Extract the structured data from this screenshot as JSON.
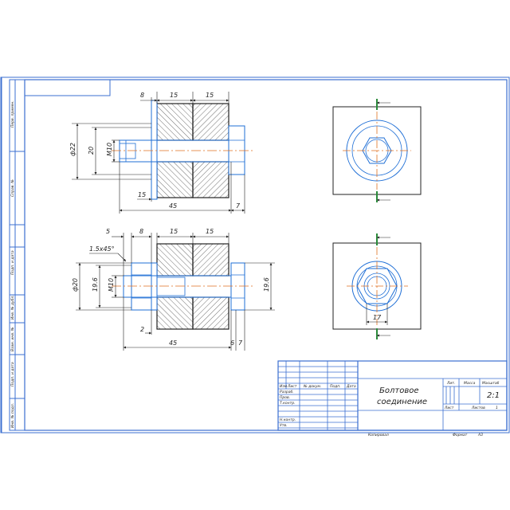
{
  "colors": {
    "frame": "#3b6fd0",
    "ink": "#222222",
    "part": "#1f6fd6",
    "axis": "#e07020",
    "cut": "#2a8a3a"
  },
  "top_view": {
    "dims": {
      "d_top_1": "8",
      "d_top_2": "15",
      "d_top_3": "15",
      "d_left_1": "ф22",
      "d_left_2": "20",
      "d_left_3": "M10",
      "d_bot_1": "15",
      "d_bot_2": "45",
      "d_bot_3": "7"
    }
  },
  "bottom_view": {
    "dims": {
      "d_top_1": "5",
      "d_top_2": "8",
      "d_top_3": "15",
      "d_top_4": "15",
      "chamfer": "1.5x45°",
      "d_left_1": "ф20",
      "d_left_2": "19.6",
      "d_left_3": "M10",
      "d_right": "19.6",
      "d_bot_1": "2",
      "d_bot_2": "45",
      "d_bot_3": "6",
      "d_bot_4": "7"
    }
  },
  "nut_view": {
    "dim": "17"
  },
  "side_strip": [
    "Перв. примен.",
    "Справ. №",
    "Подп. и дата",
    "Инв. № дубл.",
    "Взам. инв. №",
    "Подп. и дата",
    "Инв. № подл."
  ],
  "title_block": {
    "col_izm": "Изм",
    "col_list": "Лист",
    "col_ndoc": "№ докум.",
    "col_podp": "Подп.",
    "col_data": "Дата",
    "r_razrab": "Разраб.",
    "r_prov": "Пров.",
    "r_tkontr": "Т.контр.",
    "r_nkontr": "Н.контр.",
    "r_utv": "Утв.",
    "title_line1": "Болтовое",
    "title_line2": "соединение",
    "h_lit": "Лит.",
    "h_massa": "Масса",
    "h_masshtab": "Масштаб",
    "scale_value": "2:1",
    "h_list": "Лист",
    "h_listov": "Листов",
    "listov_value": "1",
    "kopiroval": "Копировал",
    "format": "Формат",
    "format_value": "А3"
  }
}
